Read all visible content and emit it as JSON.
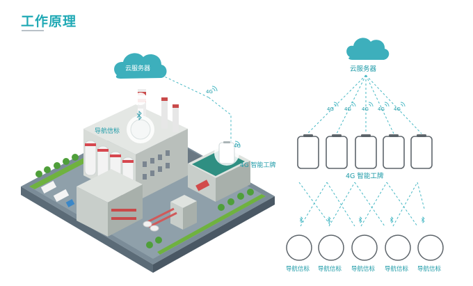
{
  "header": {
    "title": "工作原理"
  },
  "left_scene": {
    "cloud_label": "云服务器",
    "link_label": "4G",
    "beacon_label": "导航信标",
    "badge_label": "4G 智能工牌"
  },
  "right_diagram": {
    "cloud_label": "云服务器",
    "link_labels": [
      "4G",
      "4G",
      "4G",
      "4G",
      "4G"
    ],
    "badges_label": "4G 智能工牌",
    "beacons": [
      "导航信标",
      "导航信标",
      "导航信标",
      "导航信标",
      "导航信标"
    ]
  },
  "colors": {
    "accent": "#20a9b5",
    "dashed_link": "#44b7c3",
    "cloud": "#3dafbc"
  }
}
